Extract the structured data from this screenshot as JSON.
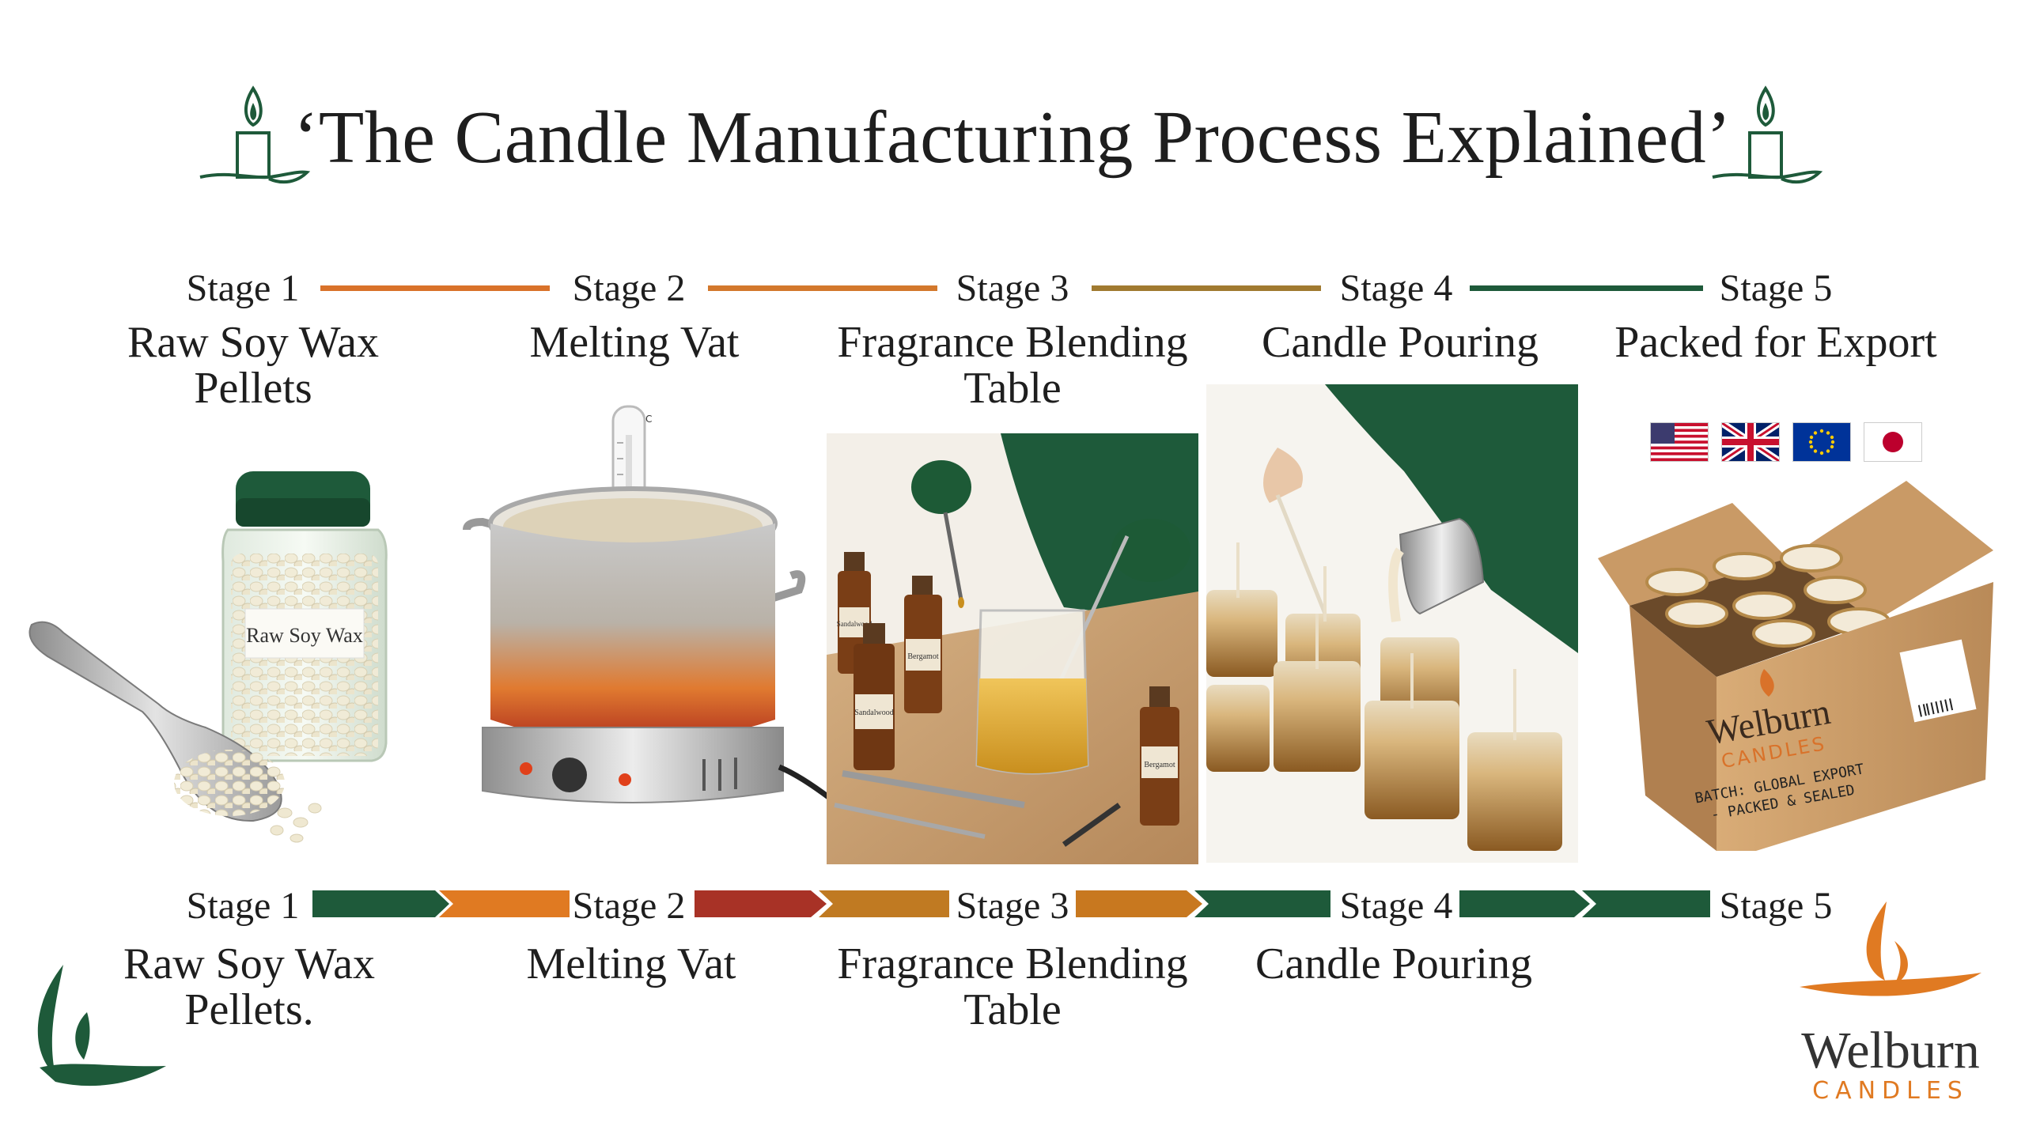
{
  "title": "‘The Candle Manufacturing Process Explained’",
  "top_stages": [
    {
      "label": "Stage 1",
      "name": "Raw Soy Wax Pellets"
    },
    {
      "label": "Stage 2",
      "name": "Melting Vat"
    },
    {
      "label": "Stage 3",
      "name": "Fragrance Blending Table"
    },
    {
      "label": "Stage 4",
      "name": "Candle Pouring"
    },
    {
      "label": "Stage 5",
      "name": "Packed for Export"
    }
  ],
  "bottom_stages": [
    {
      "label": "Stage 1",
      "name": "Raw Soy Wax Pellets."
    },
    {
      "label": "Stage 2",
      "name": "Melting Vat"
    },
    {
      "label": "Stage 3",
      "name": "Fragrance Blending Table"
    },
    {
      "label": "Stage 4",
      "name": "Candle Pouring"
    },
    {
      "label": "Stage 5",
      "name": ""
    }
  ],
  "illustrations": {
    "jar_label": "Raw Soy Wax",
    "thermometer_unit": "C",
    "bottles": [
      "Sandalwood",
      "Bergamot",
      "Bergamot",
      "Sandalwood"
    ],
    "box_brand": "Welburn",
    "box_brand_sub": "CANDLES",
    "box_batch_line1": "BATCH: GLOBAL EXPORT",
    "box_batch_line2": "- PACKED & SEALED"
  },
  "flags": [
    "us-flag",
    "uk-flag",
    "eu-flag",
    "japan-flag"
  ],
  "logo": {
    "brand": "Welburn",
    "sub": "CANDLES"
  },
  "colors": {
    "green": "#1e5a3a",
    "orange": "#d9722a",
    "amber": "#b07a2a",
    "red": "#a02a2a"
  }
}
